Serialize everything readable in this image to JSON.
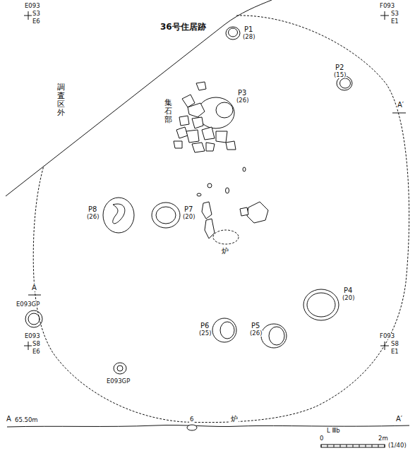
{
  "diagram": {
    "labels": [
      "E093",
      "S3",
      "E6",
      "F093",
      "S3",
      "E1",
      "36号住居跡",
      "P1",
      "(28)",
      "P2",
      "(15)",
      "集石部",
      "P3",
      "(26)",
      "調査区外",
      "A′",
      "P8",
      "(26)",
      "P7",
      "(20)",
      "炉",
      "A",
      "P4",
      "(20)",
      "P6",
      "(25)",
      "P5",
      "(26)",
      "E093GP",
      "E093",
      "S8",
      "E6",
      "F093",
      "S8",
      "E1",
      "E093GP",
      "A",
      "65.50m",
      "6",
      "炉",
      "A′",
      "L Ⅲb",
      "0",
      "2m",
      "(1/40)"
    ]
  }
}
